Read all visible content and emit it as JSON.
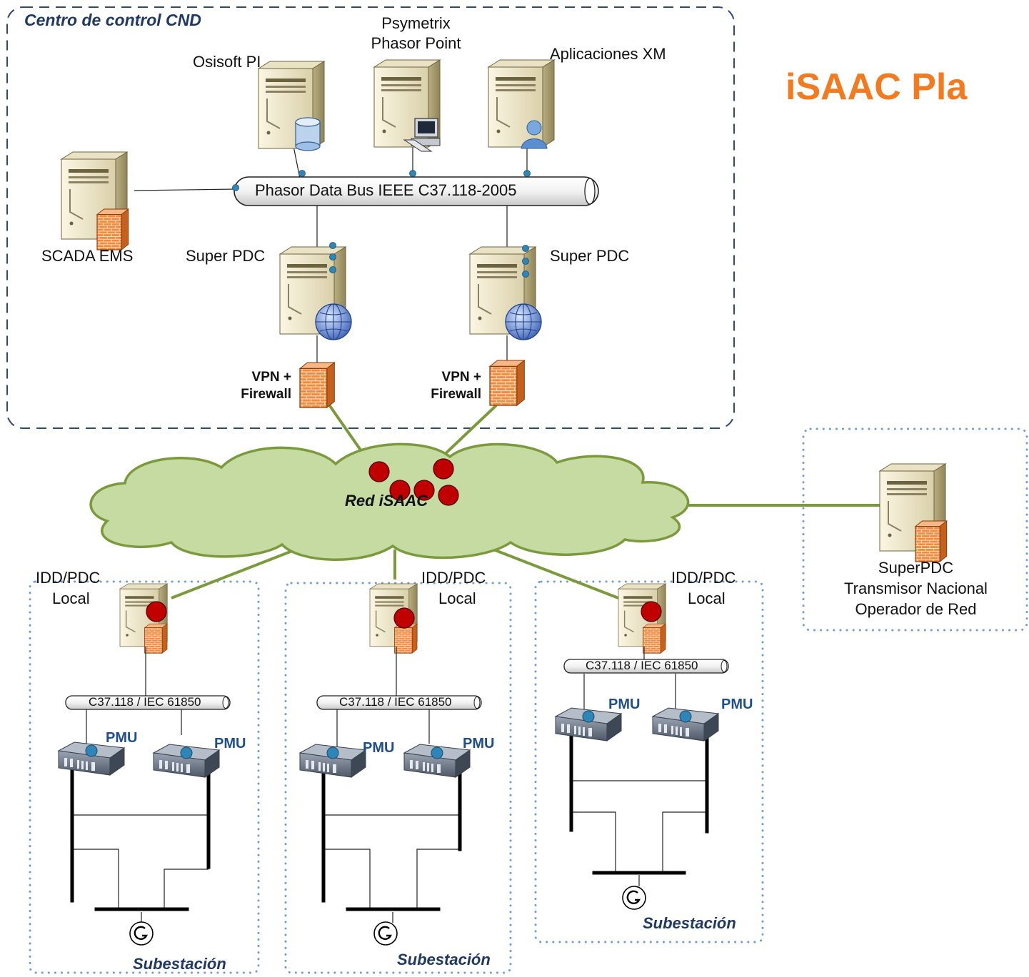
{
  "title": "iSAAC Pla",
  "control_center": {
    "label": "Centro de control CND",
    "servers": {
      "osisoft": "Osisoft PI",
      "psymetrix_l1": "Psymetrix",
      "psymetrix_l2": "Phasor Point",
      "aplicaciones": "Aplicaciones XM",
      "scada": "SCADA EMS",
      "super_pdc_left": "Super PDC",
      "super_pdc_right": "Super PDC"
    },
    "bus": "Phasor Data Bus IEEE C37.118-2005",
    "firewall_l1": "VPN +",
    "firewall_l2": "Firewall"
  },
  "network": {
    "label": "Red iSAAC"
  },
  "remote": {
    "line1": "SuperPDC",
    "line2": "Transmisor Nacional",
    "line3": "Operador de Red"
  },
  "substations": [
    {
      "idd_l1": "IDD/PDC",
      "idd_l2": "Local",
      "bus": "C37.118 / IEC 61850",
      "pmu_a": "PMU",
      "pmu_b": "PMU",
      "label": "Subestación"
    },
    {
      "idd_l1": "IDD/PDC",
      "idd_l2": "Local",
      "bus": "C37.118 / IEC 61850",
      "pmu_a": "PMU",
      "pmu_b": "PMU",
      "label": "Subestación"
    },
    {
      "idd_l1": "IDD/PDC",
      "idd_l2": "Local",
      "bus": "C37.118 / IEC 61850",
      "pmu_a": "PMU",
      "pmu_b": "PMU",
      "label": "Subestación"
    }
  ],
  "colors": {
    "title": "#f47a1f",
    "cloud": "#c6dba2",
    "link": "#7a9a3c",
    "node": "#c00000",
    "frame": "#2f4a6d",
    "dots": "#6f9bd6"
  },
  "icons": [
    "server-icon",
    "database-icon",
    "workstation-icon",
    "user-icon",
    "globe-icon",
    "firewall-icon",
    "pmu-device-icon",
    "generator-icon",
    "cloud-icon"
  ]
}
